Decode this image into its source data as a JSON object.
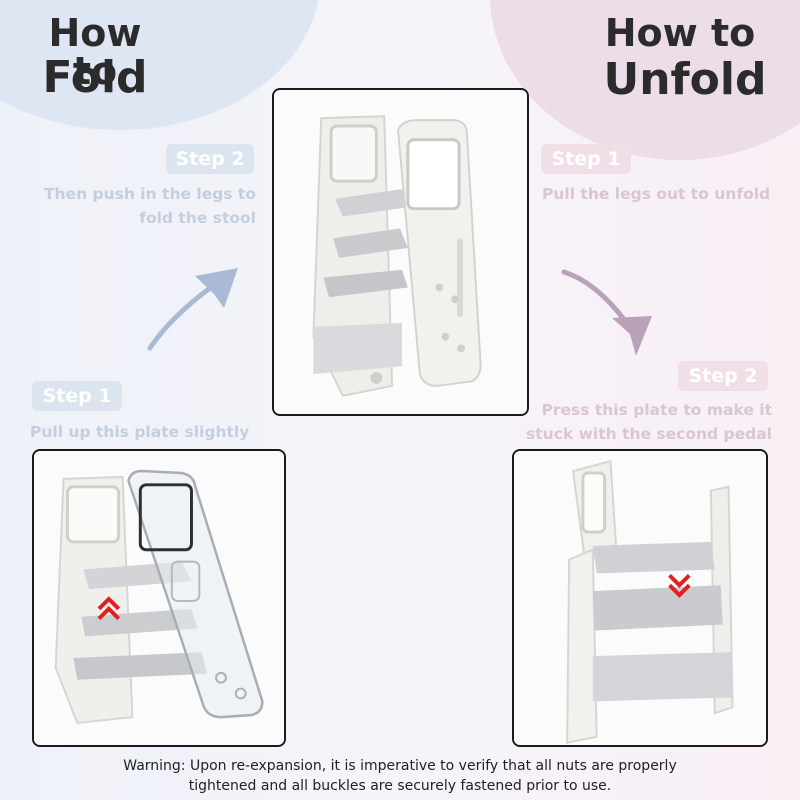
{
  "fold": {
    "title_line1": "How to",
    "title_line2": "Fold",
    "step2_badge": "Step 2",
    "step2_text_line1": "Then push in the legs to",
    "step2_text_line2": "fold the stool",
    "step1_badge": "Step 1",
    "step1_text": "Pull up this plate slightly"
  },
  "unfold": {
    "title_line1": "How to",
    "title_line2": "Unfold",
    "step1_badge": "Step 1",
    "step1_text": "Pull the legs out to unfold",
    "step2_badge": "Step 2",
    "step2_text_line1": "Press this plate to make it",
    "step2_text_line2": "stuck with the second pedal"
  },
  "warning_line1": "Warning: Upon re-expansion, it is imperative to verify that all nuts are properly",
  "warning_line2": "tightened and all buckles are securely fastened prior to use.",
  "colors": {
    "fold_accent": "#c3cfdf",
    "unfold_accent": "#d9c6cf",
    "arrow_blue": "#a9bbd4",
    "arrow_purple": "#b9a2b9",
    "indicator_red": "#e02020"
  },
  "icons": [
    "curved-arrow-up-right-icon",
    "curved-arrow-down-right-icon",
    "double-chevron-up-icon",
    "double-chevron-down-icon"
  ]
}
